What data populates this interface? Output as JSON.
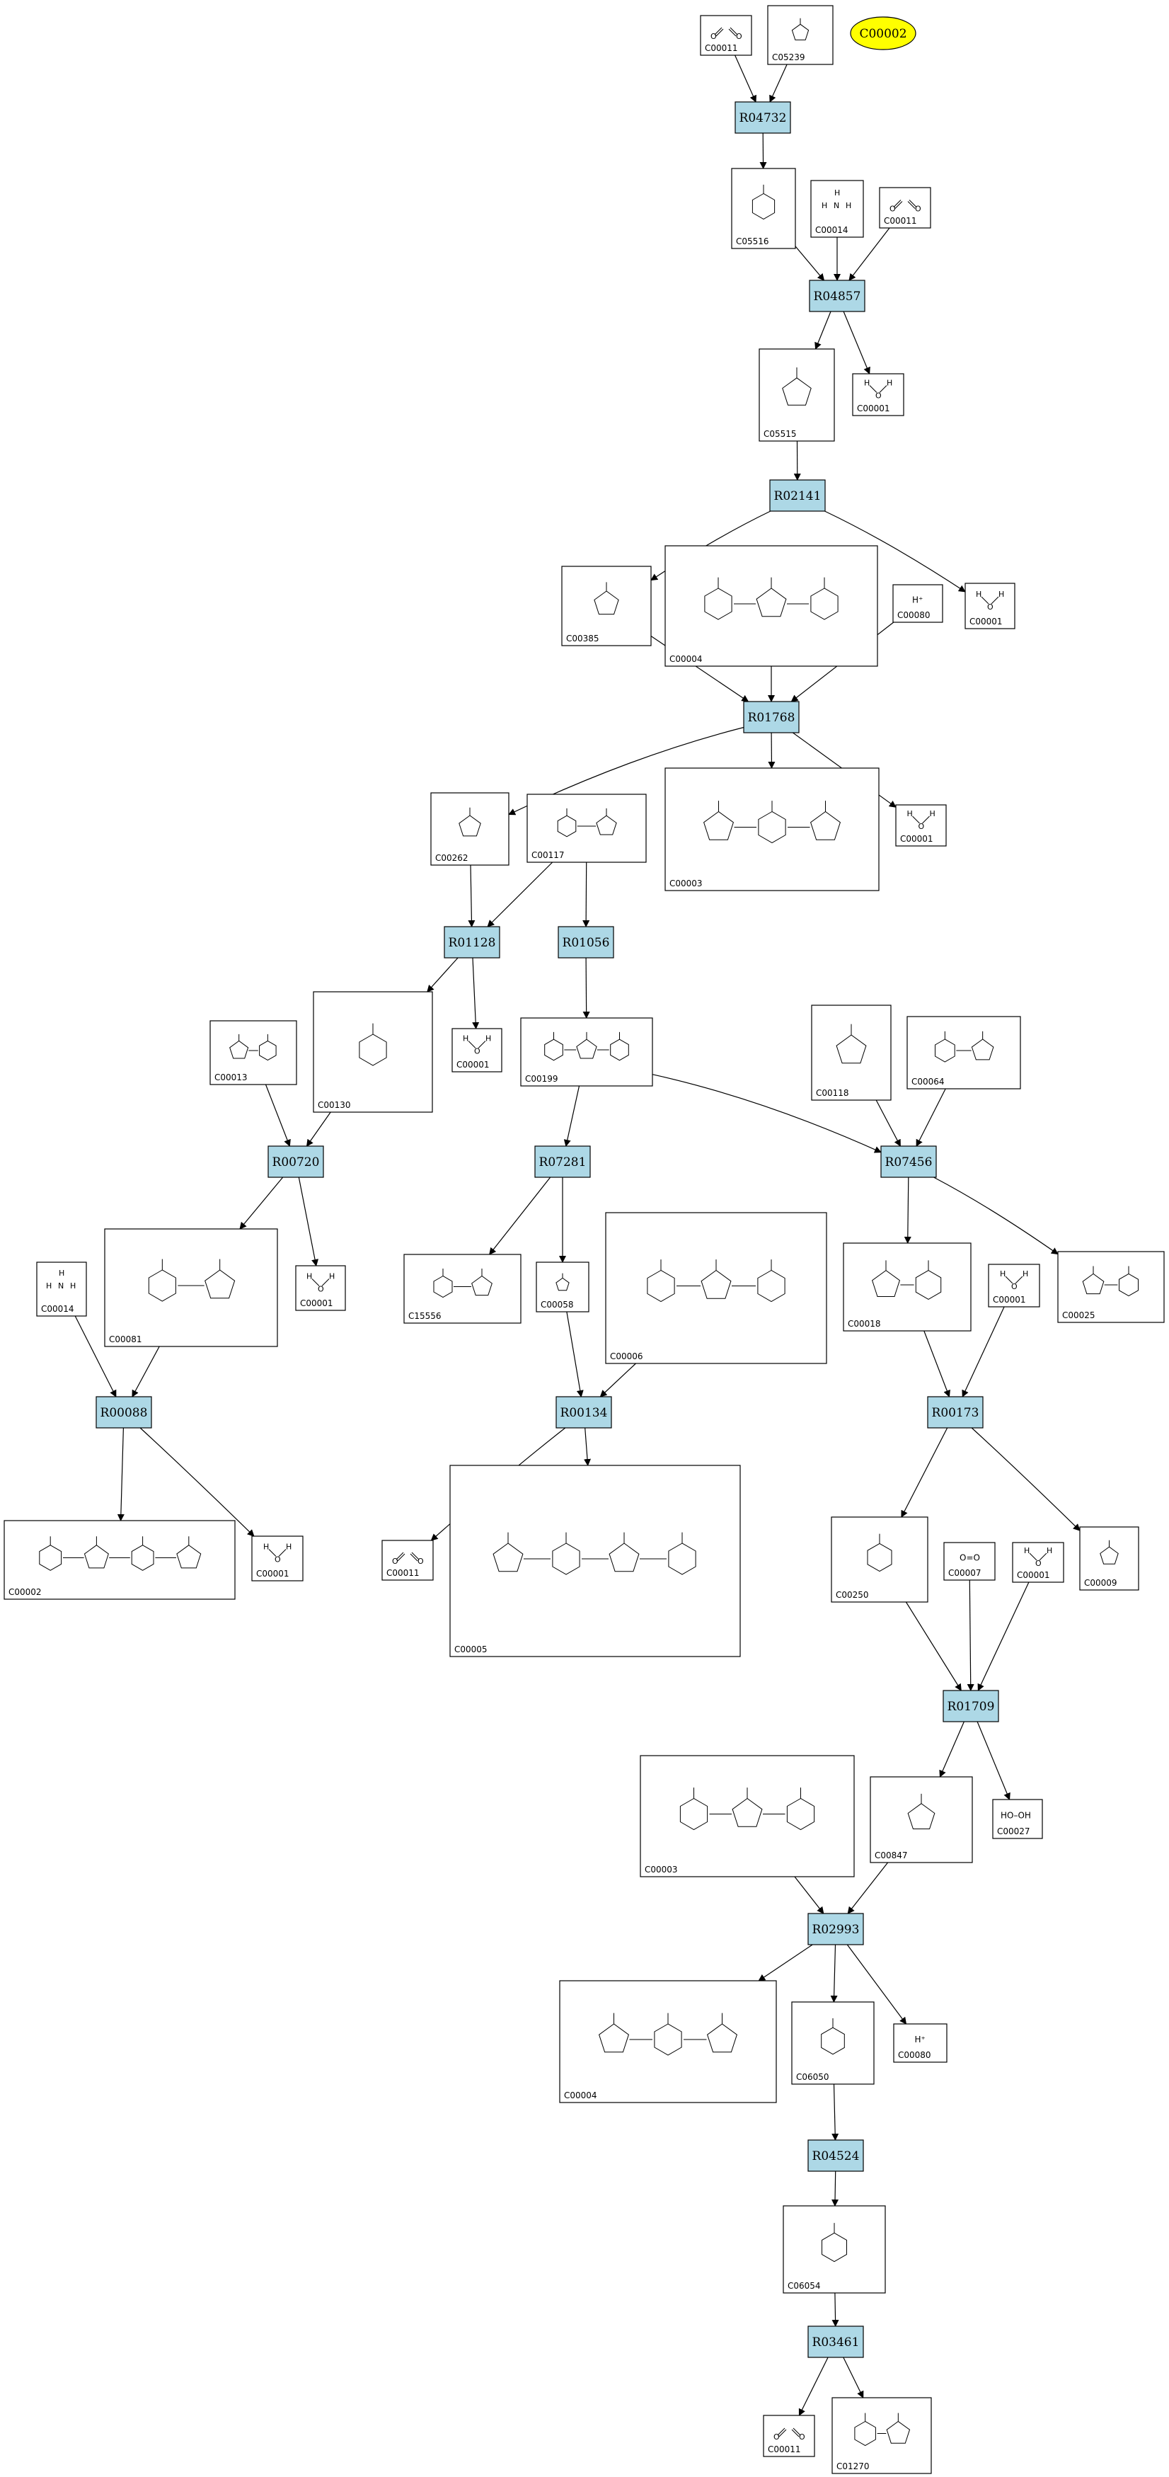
{
  "colors": {
    "reaction_fill": "#add8e6",
    "highlight_fill": "#ffff00",
    "stroke": "#000000",
    "background": "#ffffff"
  },
  "highlight": {
    "label": "C00002"
  },
  "reactions": [
    {
      "id": "R04732",
      "label": "R04732"
    },
    {
      "id": "R04857",
      "label": "R04857"
    },
    {
      "id": "R02141",
      "label": "R02141"
    },
    {
      "id": "R01768",
      "label": "R01768"
    },
    {
      "id": "R01128",
      "label": "R01128"
    },
    {
      "id": "R01056",
      "label": "R01056"
    },
    {
      "id": "R00720",
      "label": "R00720"
    },
    {
      "id": "R07281",
      "label": "R07281"
    },
    {
      "id": "R07456",
      "label": "R07456"
    },
    {
      "id": "R00088",
      "label": "R00088"
    },
    {
      "id": "R00134",
      "label": "R00134"
    },
    {
      "id": "R00173",
      "label": "R00173"
    },
    {
      "id": "R01709",
      "label": "R01709"
    },
    {
      "id": "R02993",
      "label": "R02993"
    },
    {
      "id": "R04524",
      "label": "R04524"
    },
    {
      "id": "R03461",
      "label": "R03461"
    }
  ],
  "compounds": [
    {
      "id": "c1",
      "label": "C00011",
      "formula": "O=C=O"
    },
    {
      "id": "c2",
      "label": "C05239",
      "formula": ""
    },
    {
      "id": "c3",
      "label": "C05516",
      "formula": ""
    },
    {
      "id": "c4",
      "label": "C00014",
      "formula": "NH3"
    },
    {
      "id": "c5",
      "label": "C00011",
      "formula": "O=C=O"
    },
    {
      "id": "c6",
      "label": "C05515",
      "formula": ""
    },
    {
      "id": "c7",
      "label": "C00001",
      "formula": "H2O"
    },
    {
      "id": "c8",
      "label": "C00385",
      "formula": ""
    },
    {
      "id": "c9",
      "label": "C00004",
      "formula": ""
    },
    {
      "id": "c10",
      "label": "C00080",
      "formula": "H+"
    },
    {
      "id": "c11",
      "label": "C00001",
      "formula": "H2O"
    },
    {
      "id": "c12",
      "label": "C00262",
      "formula": ""
    },
    {
      "id": "c13",
      "label": "C00117",
      "formula": ""
    },
    {
      "id": "c14",
      "label": "C00003",
      "formula": ""
    },
    {
      "id": "c15",
      "label": "C00001",
      "formula": "H2O"
    },
    {
      "id": "c16",
      "label": "C00013",
      "formula": ""
    },
    {
      "id": "c17",
      "label": "C00130",
      "formula": ""
    },
    {
      "id": "c18",
      "label": "C00001",
      "formula": "H2O"
    },
    {
      "id": "c19",
      "label": "C00199",
      "formula": ""
    },
    {
      "id": "c20",
      "label": "C00118",
      "formula": ""
    },
    {
      "id": "c21",
      "label": "C00064",
      "formula": ""
    },
    {
      "id": "c22",
      "label": "C00014",
      "formula": "NH3"
    },
    {
      "id": "c23",
      "label": "C00081",
      "formula": ""
    },
    {
      "id": "c24",
      "label": "C00001",
      "formula": "H2O"
    },
    {
      "id": "c25",
      "label": "C15556",
      "formula": ""
    },
    {
      "id": "c26",
      "label": "C00058",
      "formula": ""
    },
    {
      "id": "c27",
      "label": "C00006",
      "formula": ""
    },
    {
      "id": "c28",
      "label": "C00018",
      "formula": ""
    },
    {
      "id": "c29",
      "label": "C00001",
      "formula": "H2O"
    },
    {
      "id": "c30",
      "label": "C00025",
      "formula": ""
    },
    {
      "id": "c31",
      "label": "C00002",
      "formula": ""
    },
    {
      "id": "c32",
      "label": "C00001",
      "formula": "H2O"
    },
    {
      "id": "c33",
      "label": "C00011",
      "formula": "O=C=O"
    },
    {
      "id": "c34",
      "label": "C00005",
      "formula": ""
    },
    {
      "id": "c35",
      "label": "C00250",
      "formula": ""
    },
    {
      "id": "c36",
      "label": "C00007",
      "formula": "O=O"
    },
    {
      "id": "c37",
      "label": "C00001",
      "formula": "H2O"
    },
    {
      "id": "c38",
      "label": "C00009",
      "formula": ""
    },
    {
      "id": "c39",
      "label": "C00003",
      "formula": ""
    },
    {
      "id": "c40",
      "label": "C00847",
      "formula": ""
    },
    {
      "id": "c41",
      "label": "C00027",
      "formula": "HO-OH"
    },
    {
      "id": "c42",
      "label": "C00004",
      "formula": ""
    },
    {
      "id": "c43",
      "label": "C06050",
      "formula": ""
    },
    {
      "id": "c44",
      "label": "C00080",
      "formula": "H+"
    },
    {
      "id": "c45",
      "label": "C06054",
      "formula": ""
    },
    {
      "id": "c46",
      "label": "C00011",
      "formula": "O=C=O"
    },
    {
      "id": "c47",
      "label": "C01270",
      "formula": ""
    }
  ]
}
